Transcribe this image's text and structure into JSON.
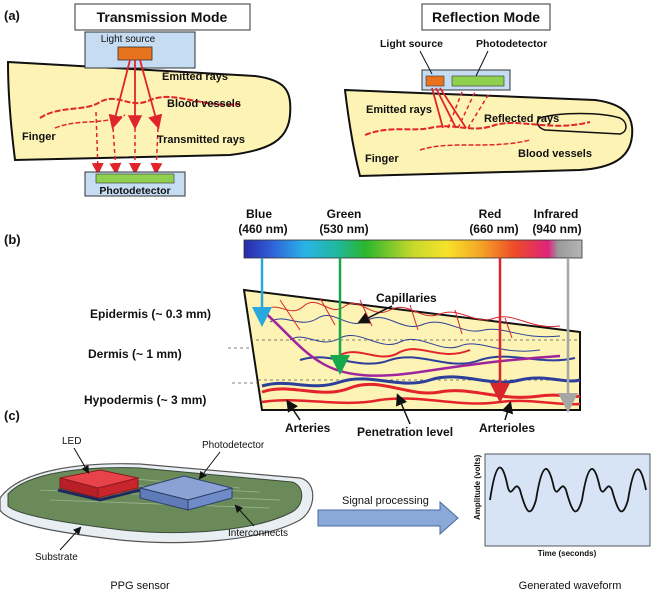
{
  "panel_a": {
    "label": "(a)",
    "transmission": {
      "title": "Transmission Mode",
      "light_source": "Light source",
      "emitted_rays": "Emitted rays",
      "blood_vessels": "Blood vessels",
      "finger": "Finger",
      "transmitted_rays": "Transmitted rays",
      "photodetector": "Photodetector"
    },
    "reflection": {
      "title": "Reflection Mode",
      "light_source": "Light source",
      "photodetector": "Photodetector",
      "emitted_rays": "Emitted rays",
      "reflected_rays": "Reflected rays",
      "finger": "Finger",
      "blood_vessels": "Blood vessels"
    }
  },
  "panel_b": {
    "label": "(b)",
    "wavelengths": [
      {
        "name": "Blue",
        "nm": "(460 nm)",
        "color": "#29a8e0"
      },
      {
        "name": "Green",
        "nm": "(530 nm)",
        "color": "#16a84a"
      },
      {
        "name": "Red",
        "nm": "(660 nm)",
        "color": "#d9262c"
      },
      {
        "name": "Infrared",
        "nm": "(940 nm)",
        "color": "#a6a6a6"
      }
    ],
    "layers": {
      "epidermis": "Epidermis (~ 0.3 mm)",
      "dermis": "Dermis (~ 1 mm)",
      "hypodermis": "Hypodermis (~ 3 mm)"
    },
    "capillaries": "Capillaries",
    "arteries": "Arteries",
    "penetration_level": "Penetration level",
    "arterioles": "Arterioles"
  },
  "panel_c": {
    "label": "(c)",
    "led": "LED",
    "photodetector": "Photodetector",
    "substrate": "Substrate",
    "interconnects": "Interconnects",
    "signal_processing": "Signal processing",
    "ppg_sensor": "PPG sensor",
    "generated_waveform": "Generated waveform",
    "ylabel": "Amplitude (volts)",
    "xlabel": "Time (seconds)"
  },
  "colors": {
    "finger_fill": "#fcf3b4",
    "box_fill": "#c5dcf2",
    "led_orange": "#e8731e",
    "detector_green": "#8fd14f",
    "ray_red": "#e0242c",
    "vessel_red": "#e3242b",
    "vessel_blue": "#2c3f9a",
    "penetration_purple": "#a0259c",
    "waveform_bg": "#d6e4f6",
    "arrow_blue": "#8aa9d8"
  }
}
